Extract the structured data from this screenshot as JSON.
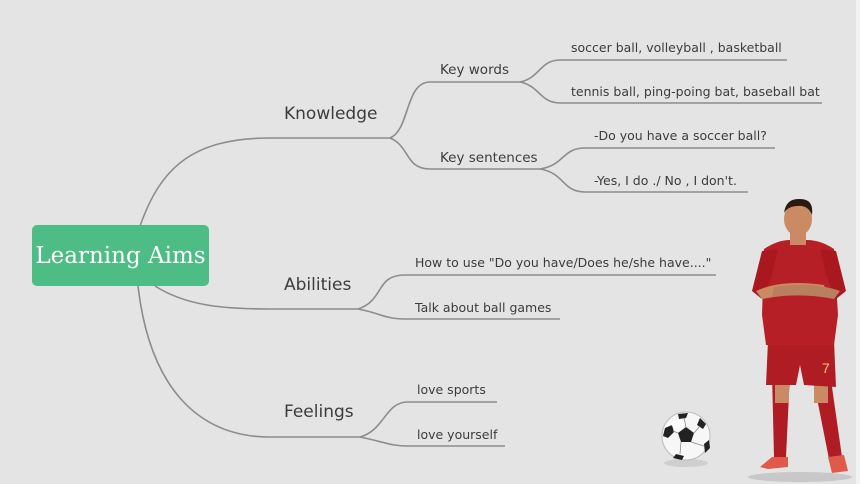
{
  "root": {
    "label": "Learning Aims"
  },
  "branches": [
    {
      "label": "Knowledge",
      "children": [
        {
          "label": "Key words",
          "children": [
            "soccer ball, volleyball , basketball",
            "tennis ball, ping-poing bat, baseball bat"
          ]
        },
        {
          "label": "Key sentences",
          "children": [
            "-Do you have a soccer ball?",
            "-Yes, I do ./ No , I don't."
          ]
        }
      ]
    },
    {
      "label": "Abilities",
      "children": [
        {
          "label": "How to  use \"Do you have/Does he/she have....\""
        },
        {
          "label": "Talk about ball games"
        }
      ]
    },
    {
      "label": "Feelings",
      "children": [
        {
          "label": "love sports"
        },
        {
          "label": "love yourself"
        }
      ]
    }
  ],
  "colors": {
    "background": "#e4e4e4",
    "root_fill": "#4dbd85",
    "connector": "#8a8a8a",
    "jersey": "#b01c24",
    "text": "#3c3c3c"
  },
  "images": [
    "soccer-ball",
    "soccer-player"
  ]
}
